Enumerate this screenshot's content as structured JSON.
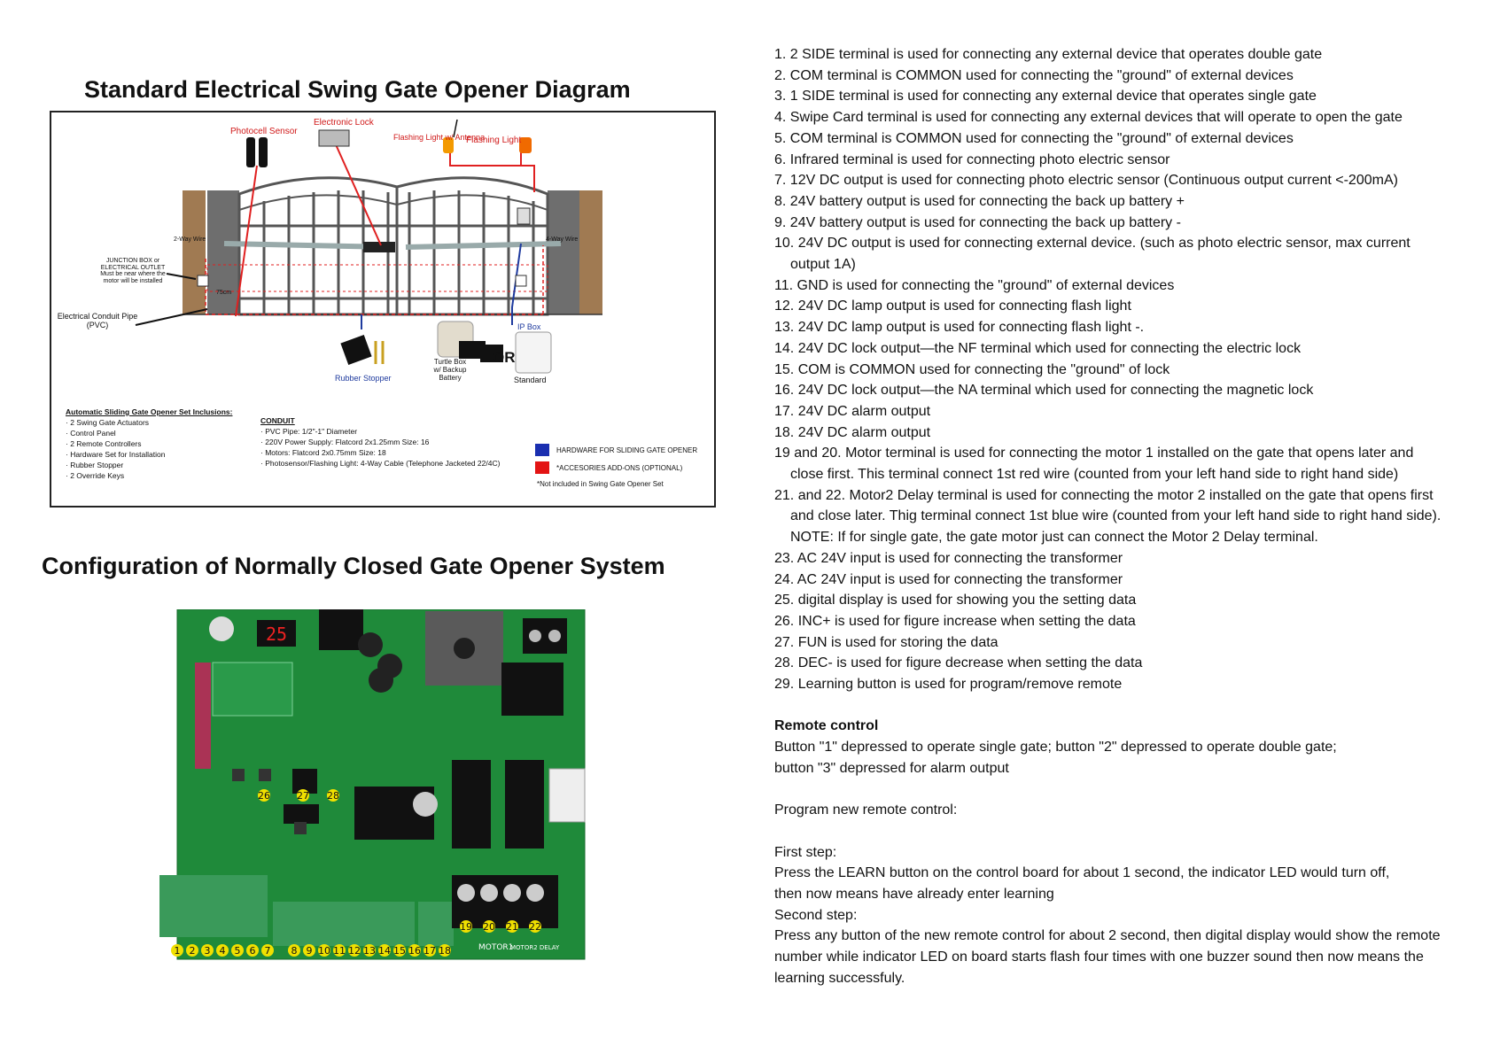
{
  "diagram_title": "Standard Electrical Swing Gate Opener Diagram",
  "pcb_title": "Configuration of Normally Closed Gate Opener System",
  "diagram": {
    "labels": {
      "photocell": "Photocell Sensor",
      "elock": "Electronic Lock",
      "flash_antenna": "Flashing Light w/ Antenna",
      "flash": "Flashing Light",
      "wire_left": "2-Way Wire",
      "wire_right": "4-Way Wire",
      "junction": "JUNCTION BOX or ELECTRICAL OUTLET Must be near where the motor will be installed",
      "depth": "75cm",
      "conduit": "Electrical Conduit Pipe (PVC)",
      "ipbox": "IP Box",
      "stopper": "Rubber Stopper",
      "turtle": "Turtle Box w/ Backup Battery",
      "or": "OR",
      "standard": "Standard"
    },
    "inclusions_header": "Automatic Sliding Gate Opener Set Inclusions:",
    "inclusions": [
      "· 2 Swing Gate Actuators",
      "· Control Panel",
      "· 2 Remote Controllers",
      "· Hardware Set for Installation",
      "· Rubber Stopper",
      "· 2 Override Keys"
    ],
    "conduit_header": "CONDUIT",
    "conduit": [
      "· PVC Pipe: 1/2\"-1\" Diameter",
      "· 220V Power Supply: Flatcord 2x1.25mm Size: 16",
      "· Motors: Flatcord 2x0.75mm Size: 18",
      "· Photosensor/Flashing Light: 4-Way Cable (Telephone Jacketed 22/4C)"
    ],
    "legend": [
      {
        "color": "#1a2fb0",
        "label": "HARDWARE FOR SLIDING GATE OPENER"
      },
      {
        "color": "#e31414",
        "label": "*ACCESORIES ADD-ONS (OPTIONAL)"
      }
    ],
    "note": "*Not included in Swing Gate Opener Set"
  },
  "pcb": {
    "display": "25",
    "terminal_numbers": [
      "1",
      "2",
      "3",
      "4",
      "5",
      "6",
      "7",
      "8",
      "9",
      "10",
      "11",
      "12",
      "13",
      "14",
      "15",
      "16",
      "17",
      "18"
    ],
    "motor_numbers": [
      "19",
      "20",
      "21",
      "22"
    ],
    "motor_labels": [
      "MOTOR1",
      "MOTOR2 DELAY"
    ],
    "button_numbers": [
      "26",
      "27",
      "28"
    ]
  },
  "instructions": [
    "1. 2 SIDE terminal is used for connecting any external device that operates double gate",
    "2. COM terminal is COMMON used for connecting the \"ground\" of external devices",
    "3. 1 SIDE terminal is used for connecting any external device that operates single gate",
    "4. Swipe Card terminal is used for connecting any external devices that will operate to open the gate",
    "5. COM terminal is COMMON used for connecting the \"ground\" of external devices",
    "6. Infrared terminal is used for connecting photo electric sensor",
    "7. 12V DC output is used for connecting photo electric sensor (Continuous output current <-200mA)",
    "8. 24V battery output is used for connecting the back up battery +",
    "9. 24V battery output is used for connecting the back up battery -",
    "10. 24V DC output is used for connecting external device. (such as photo electric sensor, max current",
    "output 1A)",
    "11. GND is used for connecting the \"ground\" of external devices",
    "12. 24V DC lamp output is used for connecting flash light",
    "13. 24V DC lamp output is used for connecting flash light -.",
    "14. 24V DC lock output—the NF terminal which used for connecting the electric lock",
    "15. COM is COMMON used for connecting the \"ground\" of lock",
    "16. 24V DC lock output—the NA terminal which used for connecting the magnetic lock",
    "17. 24V DC alarm output",
    "18. 24V DC alarm output",
    "19 and 20. Motor terminal is used for connecting the motor 1 installed on the gate that opens later and",
    "close first. This terminal connect 1st red wire (counted from your left hand side to right hand side)",
    "21. and 22. Motor2 Delay terminal is used for connecting the motor 2 installed on the gate that opens first",
    "and close later. Thig terminal connect 1st blue wire (counted from your left hand side to right hand side).",
    "NOTE: If for single gate, the gate motor just can connect the Motor 2 Delay terminal.",
    "23. AC 24V input is used for connecting the transformer",
    "24. AC 24V input is used for connecting the transformer",
    "25. digital display is used for showing you the setting data",
    "26. INC+ is used for figure increase when setting the data",
    "27. FUN is used for storing the data",
    "28. DEC- is used for figure decrease when setting the data",
    "29. Learning button is used for program/remove remote"
  ],
  "remote": {
    "header": "Remote control",
    "line1": "Button \"1\" depressed to operate single gate; button \"2\" depressed to operate double gate;",
    "line2": "button \"3\" depressed for alarm output",
    "program": "Program new remote control:",
    "step1_title": "First step:",
    "step1_line1": "Press the LEARN button on the control board for about 1 second, the indicator LED would turn off,",
    "step1_line2": "then now means have already enter learning",
    "step2_title": "Second step:",
    "step2_line1": "Press any button of the new remote control for about 2 second, then digital display would show the remote",
    "step2_line2": "number while indicator LED on board starts flash four times with one buzzer sound then now means the",
    "step2_line3": "learning successfuly."
  }
}
